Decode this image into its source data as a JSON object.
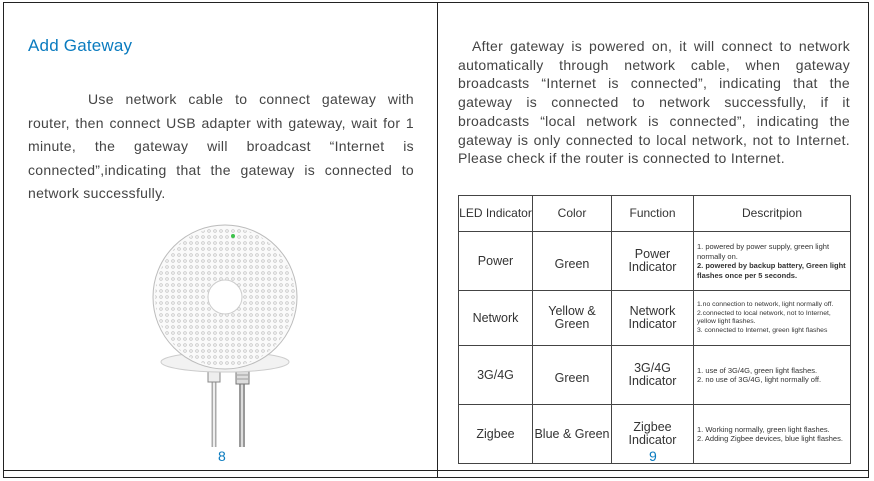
{
  "left_page": {
    "title": "Add Gateway",
    "paragraph": "Use network cable to connect gateway with router, then connect USB adapter with gateway, wait for 1 minute, the gateway will broadcast “Internet is connected”,indicating that the gateway is connected to network successfully.",
    "page_number": "8",
    "image_icon": "gateway-device-icon"
  },
  "right_page": {
    "paragraph": "After gateway is powered on, it will connect to network automatically through network cable, when gateway broadcasts “Internet is connected”, indicating that the gateway is connected to network successfully, if it broadcasts “local network is connected”, indicating the gateway is only connected to local network, not to Internet. Please check if the router is connected to Internet.",
    "page_number": "9",
    "table": {
      "headers": [
        "LED Indicator",
        "Color",
        "Function",
        "Descritpion"
      ],
      "rows": [
        {
          "led": "Power",
          "color": "Green",
          "function": "Power Indicator",
          "description": [
            "1. powered by power supply, green light normally on.",
            "2. powered by backup battery, Green light flashes once per 5 seconds."
          ]
        },
        {
          "led": "Network",
          "color": "Yellow & Green",
          "function": "Network Indicator",
          "description": [
            "1.no connection to network, light normally off.",
            "2.connected to local network, not to Internet, yellow light flashes.",
            "3. connected to Internet, green light flashes"
          ]
        },
        {
          "led": "3G/4G",
          "color": "Green",
          "function": "3G/4G Indicator",
          "description": [
            "1. use of 3G/4G, green light flashes.",
            "2. no use of 3G/4G, light normally off."
          ]
        },
        {
          "led": "Zigbee",
          "color": "Blue & Green",
          "function": "Zigbee Indicator",
          "description": [
            "1. Working normally, green light flashes.",
            "2. Adding Zigbee devices, blue light flashes."
          ]
        }
      ]
    }
  },
  "colors": {
    "accent": "#0a7bbf",
    "text": "#444444",
    "border": "#222222",
    "led": "#3cc24a"
  }
}
